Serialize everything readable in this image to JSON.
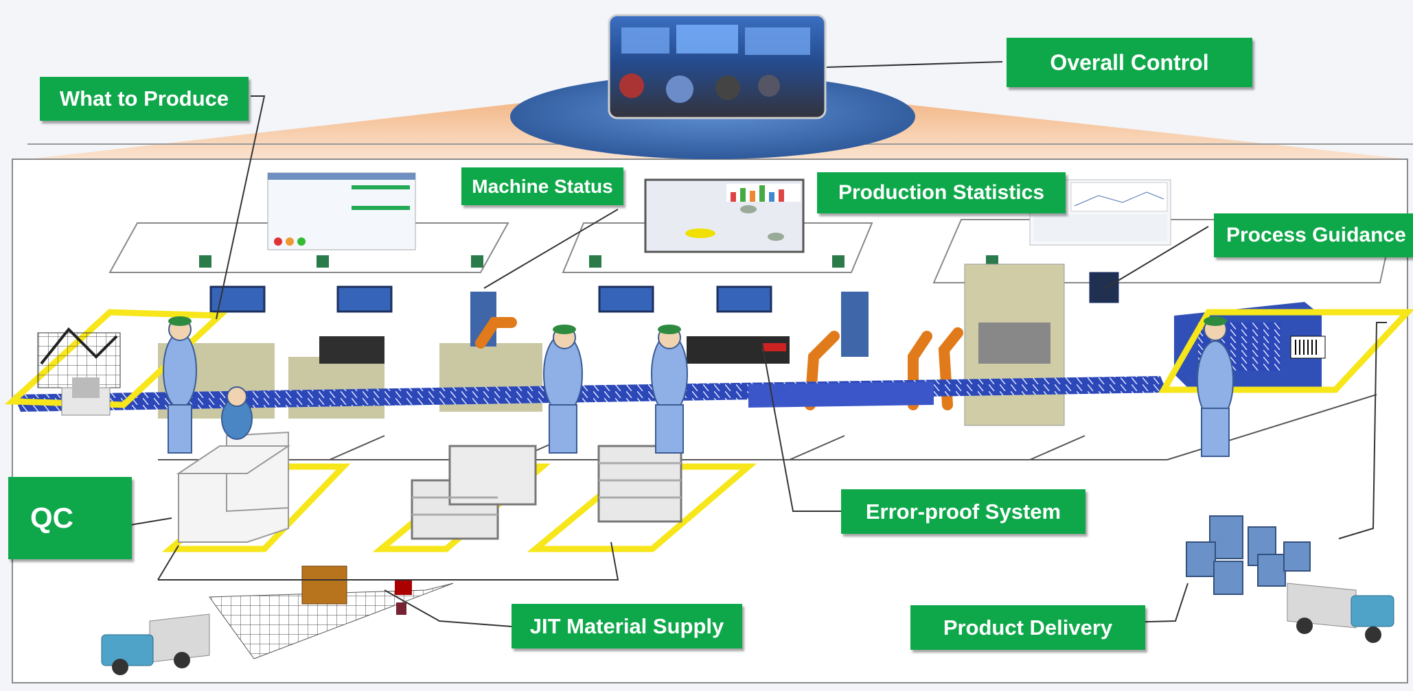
{
  "labels": {
    "what_to_produce": "What to Produce",
    "overall_control": "Overall Control",
    "machine_status": "Machine Status",
    "production_statistics": "Production Statistics",
    "process_guidance": "Process Guidance",
    "qc": "QC",
    "error_proof_system": "Error-proof System",
    "jit_material_supply": "JIT Material Supply",
    "product_delivery": "Product Delivery"
  },
  "colors": {
    "label_green": "#0ea84a",
    "zone_yellow": "#f6e61a",
    "worker_blue": "#8fb0e6",
    "control_ellipse": "#3f6fb3",
    "roof_orange": "#f6c9a0",
    "machine_olive": "#c8c6a0",
    "robot_orange": "#e07a1a"
  },
  "icons": [
    "control-room-photo",
    "monitor-icon",
    "robot-arm-icon",
    "worker-icon",
    "truck-icon",
    "building-icon",
    "cart-icon",
    "barcode-icon"
  ]
}
